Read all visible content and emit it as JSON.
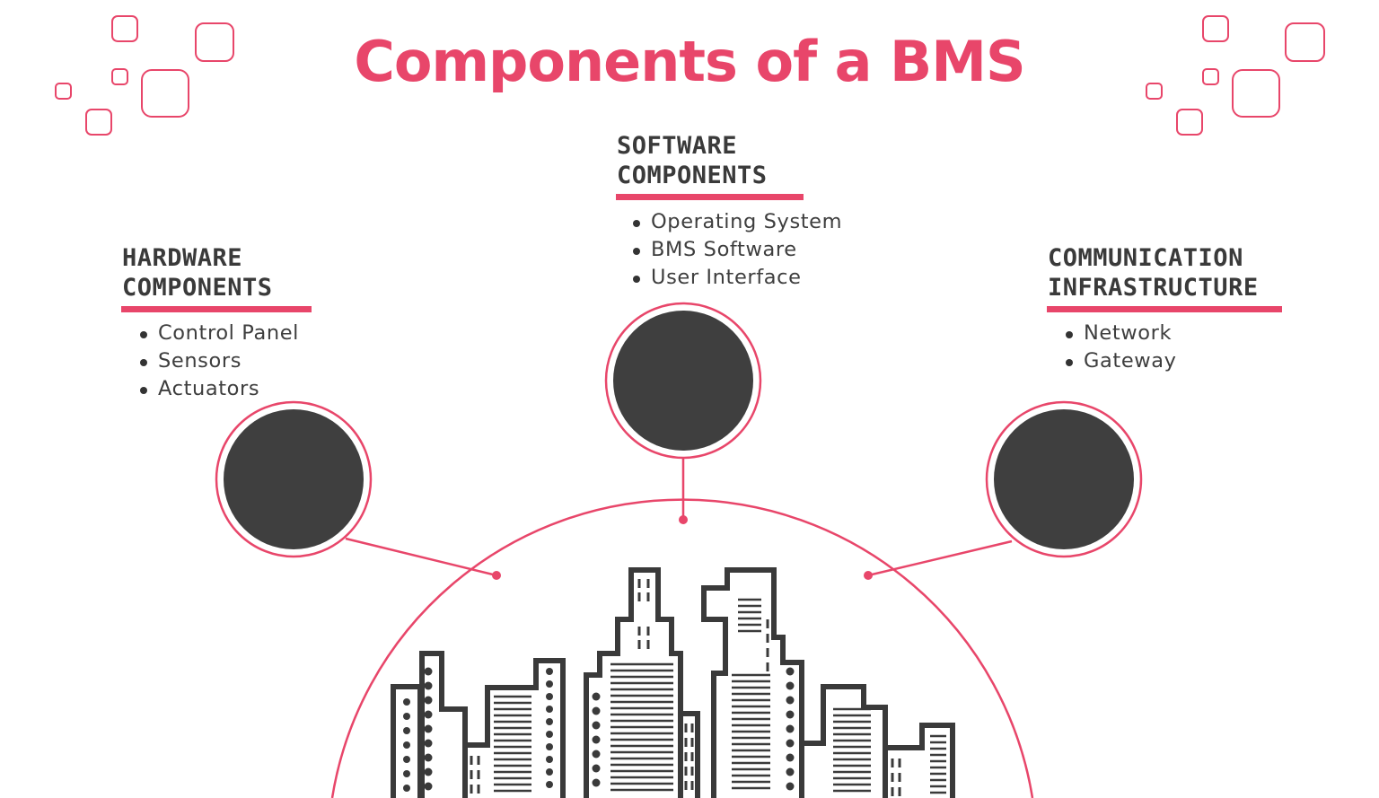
{
  "title": "Components of a BMS",
  "colors": {
    "accent": "#e8466a",
    "dark": "#3f3f3f",
    "text": "#3e3e3e"
  },
  "sections": {
    "hardware": {
      "heading_line1": "HARDWARE",
      "heading_line2": "COMPONENTS",
      "items": [
        "Control Panel",
        "Sensors",
        "Actuators"
      ]
    },
    "software": {
      "heading_line1": "SOFTWARE",
      "heading_line2": "COMPONENTS",
      "items": [
        "Operating System",
        "BMS Software",
        "User Interface"
      ]
    },
    "communication": {
      "heading_line1": "COMMUNICATION",
      "heading_line2": "INFRASTRUCTURE",
      "items": [
        "Network",
        "Gateway"
      ]
    }
  },
  "icons": {
    "decor": "rounded-square-cluster-icon",
    "nodes": "dark-circle-node-icon",
    "city": "city-skyline-icon"
  }
}
